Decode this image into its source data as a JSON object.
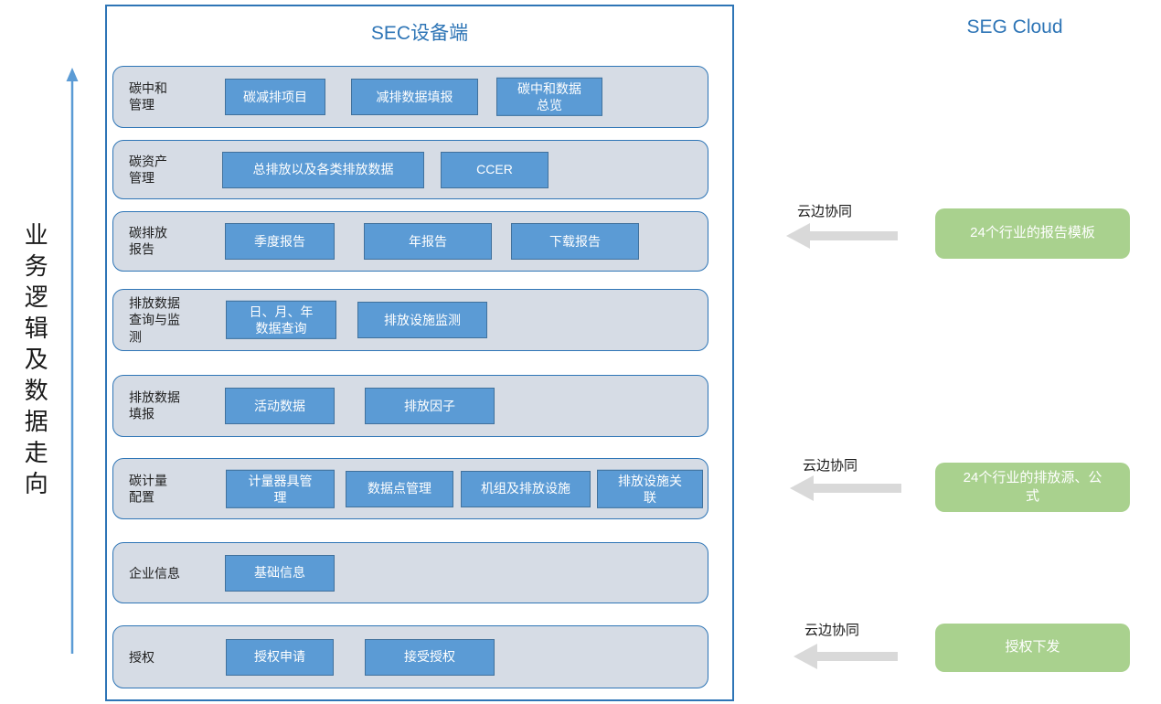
{
  "left_panel": {
    "flow_label": "业务逻辑及数据走向"
  },
  "device_panel": {
    "title": "SEC设备端",
    "rows": [
      {
        "label": "碳中和\n管理",
        "buttons": [
          "碳减排项目",
          "减排数据填报",
          "碳中和数据\n总览"
        ]
      },
      {
        "label": "碳资产\n管理",
        "buttons": [
          "总排放以及各类排放数据",
          "CCER"
        ]
      },
      {
        "label": "碳排放\n报告",
        "buttons": [
          "季度报告",
          "年报告",
          "下载报告"
        ]
      },
      {
        "label": "排放数据\n查询与监\n测",
        "buttons": [
          "日、月、年\n数据查询",
          "排放设施监测"
        ]
      },
      {
        "label": "排放数据\n填报",
        "buttons": [
          "活动数据",
          "排放因子"
        ]
      },
      {
        "label": "碳计量\n配置",
        "buttons": [
          "计量器具管\n理",
          "数据点管理",
          "机组及排放设施",
          "排放设施关\n联"
        ]
      },
      {
        "label": "企业信息",
        "buttons": [
          "基础信息"
        ]
      },
      {
        "label": "授权",
        "buttons": [
          "授权申请",
          "接受授权"
        ]
      }
    ]
  },
  "cloud_panel": {
    "title": "SEG Cloud",
    "links": [
      {
        "label": "云边协同",
        "box": "24个行业的报告模板"
      },
      {
        "label": "云边协同",
        "box": "24个行业的排放源、公\n式"
      },
      {
        "label": "云边协同",
        "box": "授权下发"
      }
    ]
  },
  "colors": {
    "panel_border_blue": "#2E75B6",
    "row_fill": "#D6DCE5",
    "button_fill": "#5B9BD5",
    "button_border": "#41719C",
    "cloud_box_green": "#A9D18E",
    "sync_arrow_gray": "#D9D9D9",
    "title_blue": "#2E75B6",
    "flow_arrow_blue": "#5B9BD5"
  }
}
